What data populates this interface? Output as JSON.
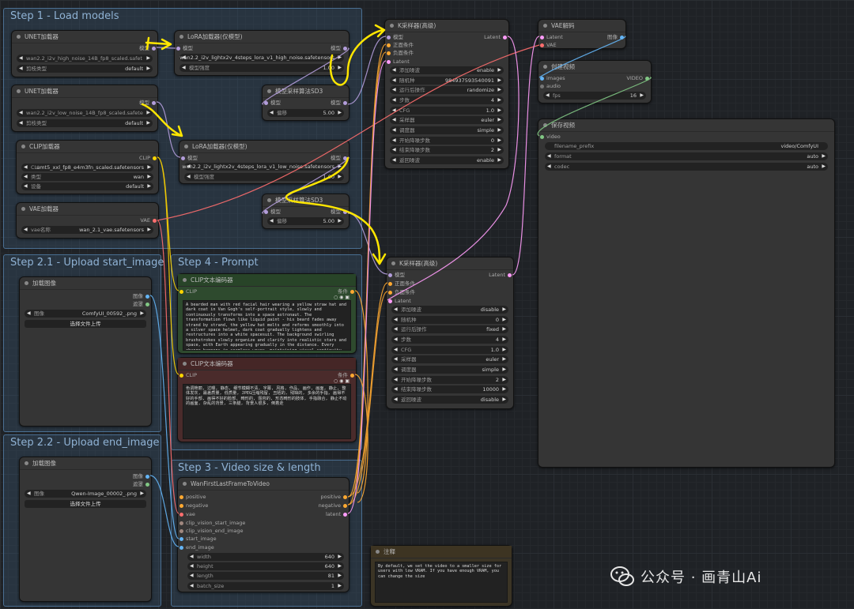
{
  "groups": {
    "load_models": "Step 1 - Load models",
    "upload_start": "Step 2.1 - Upload start_image",
    "upload_end": "Step 2.2 - Upload end_image",
    "prompt": "Step 4 - Prompt",
    "video_size": "Step 3 - Video size & length"
  },
  "nodes": {
    "unet_high": {
      "title": "UNET加载器",
      "out": "模型",
      "unet_name_value": "wan2.2_i2v_high_noise_14B_fp8_scaled.safet",
      "dtype_label": "剪枝类型",
      "dtype_value": "default"
    },
    "unet_low": {
      "title": "UNET加载器",
      "out": "模型",
      "unet_name_value": "wan2.2_i2v_low_noise_14B_fp8_scaled.safete",
      "dtype_label": "剪枝类型",
      "dtype_value": "default"
    },
    "clip_loader": {
      "title": "CLIP加载器",
      "out": "CLIP",
      "name_label": "CLI",
      "name_value": "umt5_xxl_fp8_e4m3fn_scaled.safetensors",
      "type_label": "类型",
      "type_value": "wan",
      "device_label": "设备",
      "device_value": "default"
    },
    "vae_loader": {
      "title": "VAE加载器",
      "out": "VAE",
      "name_label": "vae名称",
      "name_value": "wan_2.1_vae.safetensors"
    },
    "lora_high": {
      "title": "LoRA加载器(仅模型)",
      "in": "模型",
      "out": "模型",
      "name_value": "wan2.2_i2v_lightx2v_4steps_lora_v1_high_noise.safetensors",
      "strength_label": "模型强度",
      "strength_value": "1.00"
    },
    "lora_low": {
      "title": "LoRA加载器(仅模型)",
      "in": "模型",
      "out": "模型",
      "name_value": "wan2.2_i2v_lightx2v_4steps_lora_v1_low_noise.safetensors",
      "strength_label": "模型强度",
      "strength_value": "1.00"
    },
    "sd3_1": {
      "title": "模型采样算法SD3",
      "in": "模型",
      "out": "模型",
      "shift_label": "偏移",
      "shift_value": "5.00"
    },
    "sd3_2": {
      "title": "模型采样算法SD3",
      "in": "模型",
      "out": "模型",
      "shift_label": "偏移",
      "shift_value": "5.00"
    },
    "load_image_start": {
      "title": "加载图像",
      "out_image": "图像",
      "out_mask": "遮罩",
      "image_label": "图像",
      "image_value": "ComfyUI_00592_.png",
      "upload_label": "选择文件上传"
    },
    "load_image_end": {
      "title": "加载图像",
      "out_image": "图像",
      "out_mask": "遮罩",
      "image_label": "图像",
      "image_value": "Qwen-Image_00002_.png",
      "upload_label": "选择文件上传"
    },
    "clip_pos": {
      "title": "CLIP文本编码器",
      "in": "CLIP",
      "out": "条件",
      "text": "A bearded man with red facial hair wearing a yellow straw hat and dark coat in Van Gogh's self-portrait style, slowly and continuously transforms into a space astronaut. The transformation flows like liquid paint - his beard fades away strand by strand, the yellow hat melts and reforms smoothly into a silver space helmet, dark coat gradually lightens and restructures into a white spacesuit. The background swirling brushstrokes slowly organize and clarify into realistic stars and space, with Earth appearing gradually in the distance. Every change happens in seamless waves, maintaining visual continuity throughout the metamorphosis.\n\nConsistent soft lighting throughout, medium close-up maintaining same framing, central composition stays fixed, gentle color temperature shift from warm to cool, gradual contrast increase, smooth style transition from painterly to photorealistic. Static camera with subtle slow zoom, emphasizing the flowing transformation process without abrupt changes."
    },
    "clip_neg": {
      "title": "CLIP文本编码器",
      "in": "CLIP",
      "out": "条件",
      "text": "色调艳丽, 过曝, 静态, 细节模糊不清, 字幕, 风格, 作品, 画作, 画面, 静止, 整体发灰, 最差质量, 低质量, JPEG压缩残留, 丑陋的, 残缺的, 多余的手指, 画得不好的手部, 画得不好的脸部, 畸形的, 毁容的, 形态畸形的肢体, 手指融合, 静止不动的画面, 杂乱的背景, 三条腿, 背景人很多, 倒着走"
    },
    "ksampler1": {
      "title": "K采样器(高级)",
      "in_model": "模型",
      "in_pos": "正面条件",
      "in_neg": "负面条件",
      "in_latent": "Latent",
      "out": "Latent",
      "widgets": [
        {
          "label": "添加噪波",
          "value": "enable"
        },
        {
          "label": "随机种",
          "value": "984937593540091"
        },
        {
          "label": "运行后操作",
          "value": "randomize"
        },
        {
          "label": "步数",
          "value": "4"
        },
        {
          "label": "CFG",
          "value": "1.0"
        },
        {
          "label": "采样器",
          "value": "euler"
        },
        {
          "label": "调度器",
          "value": "simple"
        },
        {
          "label": "开始降噪步数",
          "value": "0"
        },
        {
          "label": "结束降噪步数",
          "value": "2"
        },
        {
          "label": "返回噪波",
          "value": "enable"
        }
      ]
    },
    "ksampler2": {
      "title": "K采样器(高级)",
      "in_model": "模型",
      "in_pos": "正面条件",
      "in_neg": "负面条件",
      "in_latent": "Latent",
      "out": "Latent",
      "widgets": [
        {
          "label": "添加噪波",
          "value": "disable"
        },
        {
          "label": "随机种",
          "value": "0"
        },
        {
          "label": "运行后操作",
          "value": "fixed"
        },
        {
          "label": "步数",
          "value": "4"
        },
        {
          "label": "CFG",
          "value": "1.0"
        },
        {
          "label": "采样器",
          "value": "euler"
        },
        {
          "label": "调度器",
          "value": "simple"
        },
        {
          "label": "开始降噪步数",
          "value": "2"
        },
        {
          "label": "结束降噪步数",
          "value": "10000"
        },
        {
          "label": "返回噪波",
          "value": "disable"
        }
      ]
    },
    "vae_decode": {
      "title": "VAE解码",
      "in_latent": "Latent",
      "in_vae": "VAE",
      "out": "图像"
    },
    "create_video": {
      "title": "创建视频",
      "in_images": "images",
      "in_audio": "audio",
      "out": "VIDEO",
      "fps_label": "fps",
      "fps_value": "16"
    },
    "save_video": {
      "title": "保存视频",
      "in": "video",
      "prefix_label": "filename_prefix",
      "prefix_value": "video/ComfyUI",
      "format_label": "format",
      "format_value": "auto",
      "codec_label": "codec",
      "codec_value": "auto"
    },
    "wan_flf": {
      "title": "WanFirstLastFrameToVideo",
      "inputs": [
        "positive",
        "negative",
        "vae",
        "clip_vision_start_image",
        "clip_vision_end_image",
        "start_image",
        "end_image"
      ],
      "outputs": [
        "positive",
        "negative",
        "latent"
      ],
      "widgets": [
        {
          "label": "width",
          "value": "640"
        },
        {
          "label": "height",
          "value": "640"
        },
        {
          "label": "length",
          "value": "81"
        },
        {
          "label": "batch_size",
          "value": "1"
        }
      ]
    },
    "note": {
      "title": "注释",
      "text": "By default, we set the video to a smaller size for users with low VRAM. If you have enough VRAM, you can change the size"
    }
  },
  "colors": {
    "model_pin": "#b39ddb",
    "clip_pin": "#ffd500",
    "vae_pin": "#ff6e6e",
    "cond_pin": "#ffa931",
    "latent_pin": "#ff9cf9",
    "image_pin": "#64b5f6",
    "mask_pin": "#81c784",
    "annotation": "#ffe600"
  },
  "watermark": "公众号 · 画青山Ai"
}
